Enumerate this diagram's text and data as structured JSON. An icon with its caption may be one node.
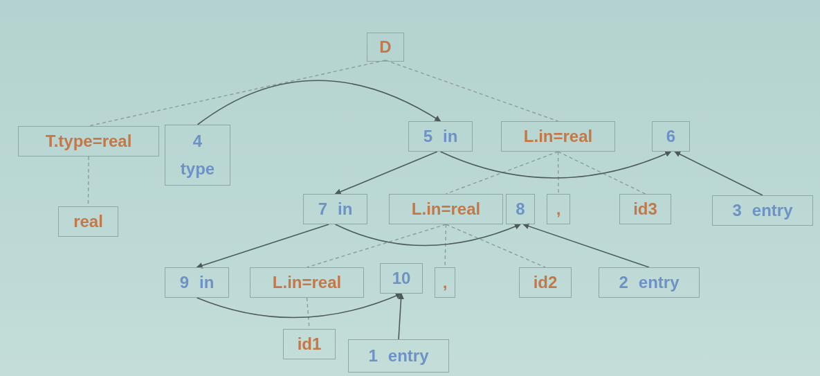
{
  "diagram": {
    "nodes": [
      {
        "text": [
          "D"
        ]
      },
      {
        "text": [
          "T.type=real"
        ]
      },
      {
        "text": [
          "4 type"
        ]
      },
      {
        "text": [
          "5 in"
        ]
      },
      {
        "text": [
          "L.in=real"
        ]
      },
      {
        "text": [
          "6"
        ]
      },
      {
        "text": [
          "real"
        ]
      },
      {
        "text": [
          "7 in"
        ]
      },
      {
        "text": [
          "L.in=real"
        ]
      },
      {
        "text": [
          "8"
        ]
      },
      {
        "text": [
          ","
        ]
      },
      {
        "text": [
          "id3"
        ]
      },
      {
        "text": [
          "3 entry"
        ]
      },
      {
        "text": [
          "9 in"
        ]
      },
      {
        "text": [
          "L.in=real"
        ]
      },
      {
        "text": [
          "10"
        ]
      },
      {
        "text": [
          ","
        ]
      },
      {
        "text": [
          "id2"
        ]
      },
      {
        "text": [
          "2 entry"
        ]
      },
      {
        "text": [
          "id1"
        ]
      },
      {
        "text": [
          "1 entry"
        ]
      }
    ],
    "edges": [
      {
        "from": 0,
        "to": 1,
        "arrow": "none",
        "style": "dashed"
      },
      {
        "from": 0,
        "to": 4,
        "arrow": "none",
        "style": "dashed"
      },
      {
        "from": 1,
        "to": 6,
        "arrow": "none",
        "style": "dashed"
      },
      {
        "from": 4,
        "to": 8,
        "arrow": "none",
        "style": "dashed"
      },
      {
        "from": 4,
        "to": 10,
        "arrow": "none",
        "style": "dashed"
      },
      {
        "from": 4,
        "to": 11,
        "arrow": "none",
        "style": "dashed"
      },
      {
        "from": 8,
        "to": 14,
        "arrow": "none",
        "style": "dashed"
      },
      {
        "from": 8,
        "to": 16,
        "arrow": "none",
        "style": "dashed"
      },
      {
        "from": 8,
        "to": 17,
        "arrow": "none",
        "style": "dashed"
      },
      {
        "from": 14,
        "to": 19,
        "arrow": "none",
        "style": "dashed"
      },
      {
        "from": 2,
        "to": 3,
        "arrow": "to"
      },
      {
        "from": 3,
        "to": 5,
        "arrow": "to"
      },
      {
        "from": 3,
        "to": 7,
        "arrow": "to"
      },
      {
        "from": 12,
        "to": 5,
        "arrow": "to"
      },
      {
        "from": 7,
        "to": 9,
        "arrow": "to"
      },
      {
        "from": 7,
        "to": 13,
        "arrow": "to"
      },
      {
        "from": 18,
        "to": 9,
        "arrow": "to"
      },
      {
        "from": 13,
        "to": 15,
        "arrow": "to"
      },
      {
        "from": 20,
        "to": 15,
        "arrow": "to"
      }
    ]
  }
}
